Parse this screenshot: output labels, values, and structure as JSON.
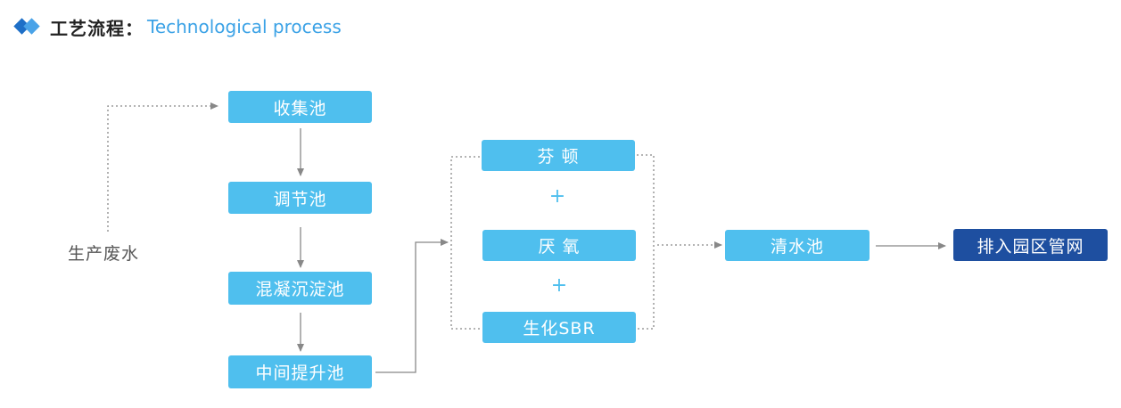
{
  "header": {
    "icon": "diamond-bullet-icon",
    "title_cn": "工艺流程：",
    "title_en": "Technological process"
  },
  "colors": {
    "box": "#4fbfee",
    "box_dark": "#1e4fa0",
    "title_en": "#3ba2e6",
    "connector": "#888888"
  },
  "source_label": "生产废水",
  "left_column": [
    "收集池",
    "调节池",
    "混凝沉淀池",
    "中间提升池"
  ],
  "middle_column": [
    "芬 顿",
    "厌 氧",
    "生化SBR"
  ],
  "plus_sign": "+",
  "clear_tank": "清水池",
  "discharge": "排入园区管网"
}
